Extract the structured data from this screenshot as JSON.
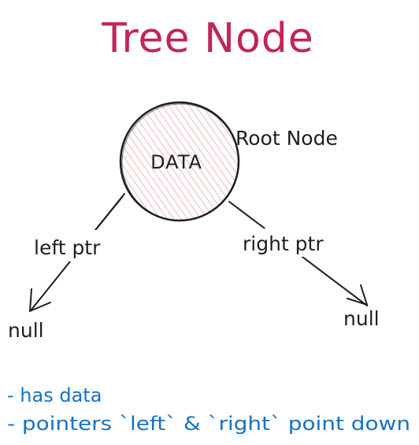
{
  "title": "Tree Node",
  "node": {
    "text": "DATA",
    "label": "Root Node"
  },
  "edges": {
    "left": {
      "label": "left ptr",
      "target": "null"
    },
    "right": {
      "label": "right ptr",
      "target": "null"
    }
  },
  "notes": [
    "- has data",
    "- pointers `left` & `right` point down"
  ],
  "colors": {
    "title": "#c2255c",
    "ink": "#1e1e1e",
    "fill_hatch": "#ffc9c9",
    "notes": "#1971c2"
  }
}
